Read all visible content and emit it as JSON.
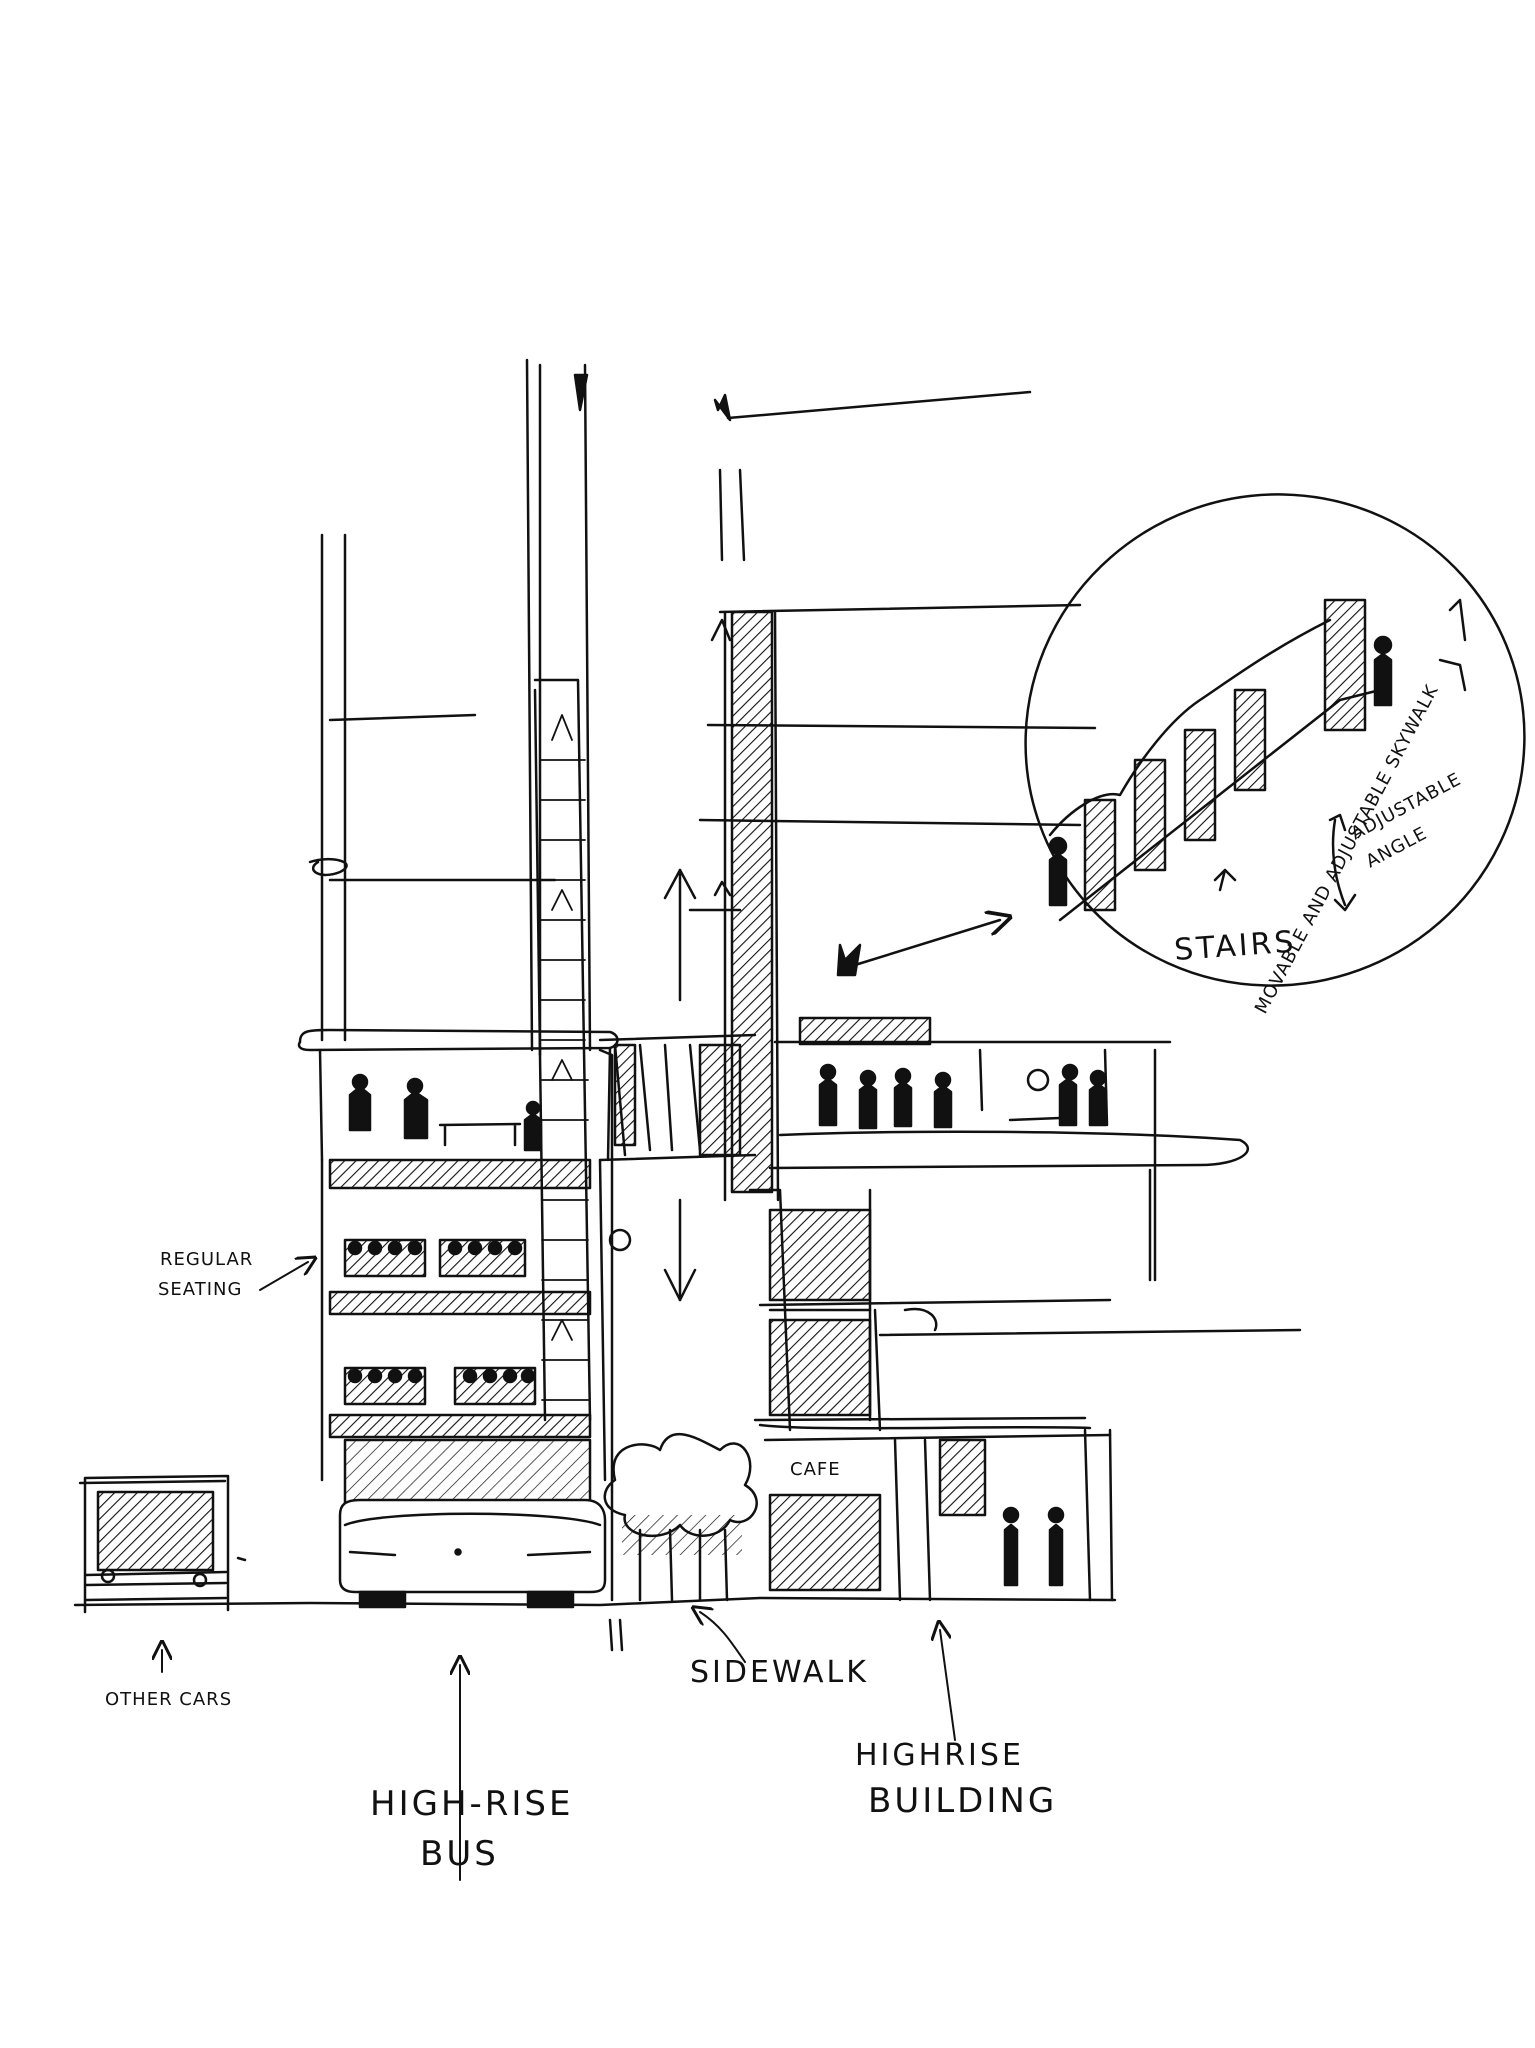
{
  "labels": {
    "regular_seating": [
      "REGULAR",
      "SEATING"
    ],
    "other_cars": "OTHER CARS",
    "high_rise_bus": [
      "HIGH-RISE",
      "BUS"
    ],
    "sidewalk": "SIDEWALK",
    "highrise_building": [
      "HIGHRISE",
      "BUILDING"
    ],
    "stairs": "STAIRS",
    "adjustable_angle": [
      "ADJUSTABLE",
      "ANGLE"
    ],
    "movable_skywalk": "MOVABLE AND ADJUSTABLE SKYWALK",
    "cafe_sign": "CAFE"
  },
  "colors": {
    "ink": "#111111",
    "paper": "#ffffff"
  }
}
